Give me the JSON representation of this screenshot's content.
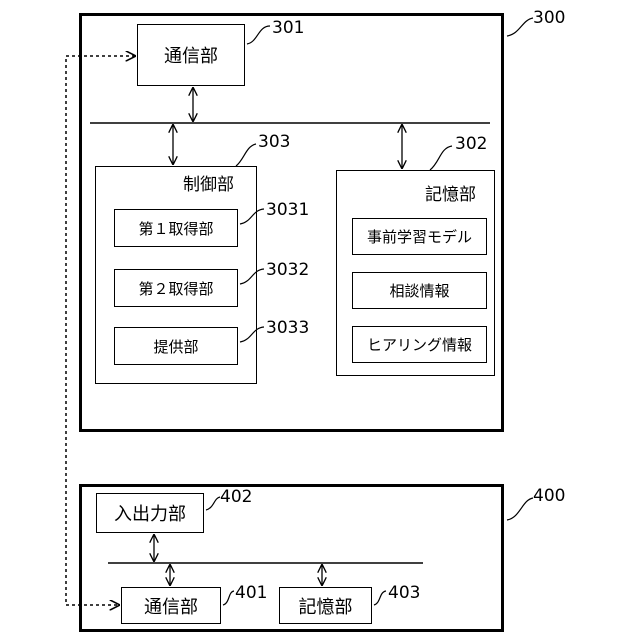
{
  "server": {
    "ref": "300",
    "comm": {
      "label": "通信部",
      "ref": "301"
    },
    "control": {
      "label": "制御部",
      "ref": "303",
      "units": [
        {
          "label": "第１取得部",
          "ref": "3031"
        },
        {
          "label": "第２取得部",
          "ref": "3032"
        },
        {
          "label": "提供部",
          "ref": "3033"
        }
      ]
    },
    "storage": {
      "label": "記憶部",
      "ref": "302",
      "items": [
        {
          "label": "事前学習モデル"
        },
        {
          "label": "相談情報"
        },
        {
          "label": "ヒアリング情報"
        }
      ]
    }
  },
  "terminal": {
    "ref": "400",
    "io": {
      "label": "入出力部",
      "ref": "402"
    },
    "comm": {
      "label": "通信部",
      "ref": "401"
    },
    "storage": {
      "label": "記憶部",
      "ref": "403"
    }
  }
}
